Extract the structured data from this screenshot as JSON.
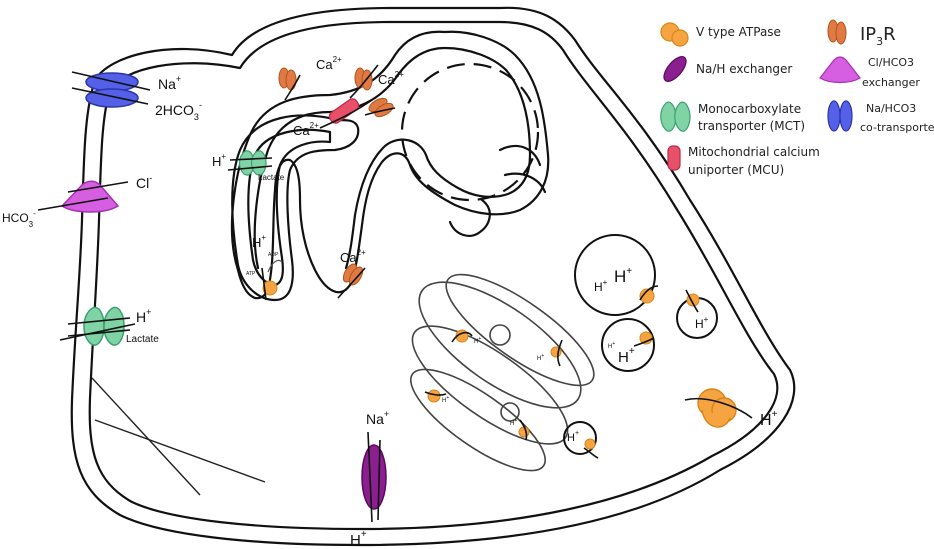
{
  "colors": {
    "vatpase": "#f5a441",
    "nah": "#8b1f8f",
    "mct": "#7fd3a5",
    "mcu": "#e8506a",
    "ip3r": "#e07a44",
    "clhco3": "#d65ee0",
    "nahco3": "#5560e8"
  },
  "legend": {
    "vatpase": "V type ATPase",
    "nah": "Na/H exchanger",
    "mct_1": "Monocarboxylate",
    "mct_2": "transporter (MCT)",
    "mcu_1": "Mitochondrial calcium",
    "mcu_2": "uniporter (MCU)",
    "ip3r_main": "IP",
    "ip3r_sub": "3",
    "ip3r_end": "R",
    "clhco3_1": "Cl/HCO3",
    "clhco3_2": "exchanger",
    "nahco3_1": "Na/HCO3",
    "nahco3_2": "co-transporter"
  },
  "ions": {
    "na": "Na",
    "plus": "+",
    "minus": "-",
    "two": "2",
    "hco3": "HCO",
    "three": "3",
    "cl": "Cl",
    "h": "H",
    "ca": "Ca",
    "twoplus": "2+",
    "lactate": "Lactate",
    "atp": "ATP",
    "adp": "ADP"
  }
}
